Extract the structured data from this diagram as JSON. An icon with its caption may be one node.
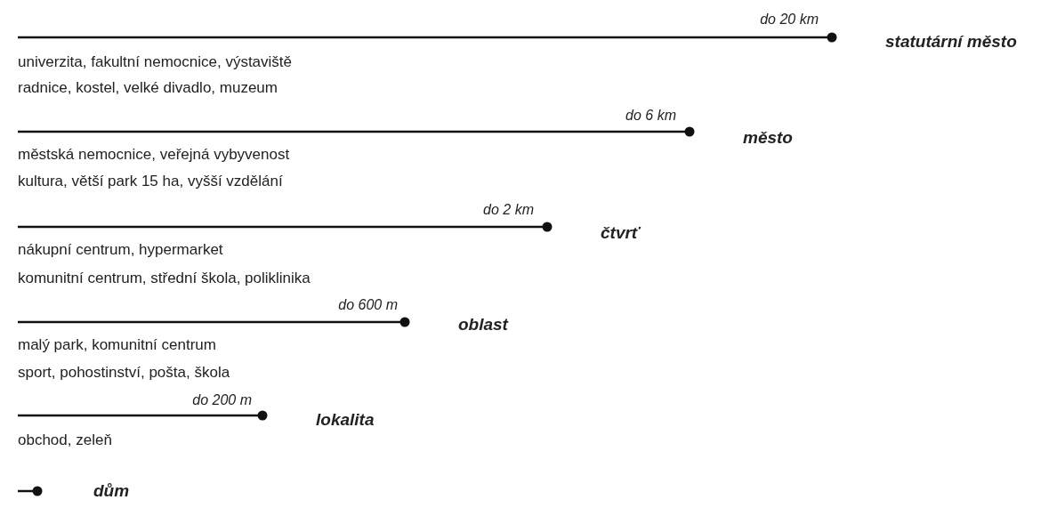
{
  "diagram": {
    "labels": [
      "do 20 km",
      "statutární město",
      "univerzita, fakultní nemocnice, výstaviště",
      "radnice, kostel, velké divadlo, muzeum",
      "do 6 km",
      "město",
      "městská nemocnice, veřejná vybyvenost",
      "kultura, větší park 15 ha, vyšší vzdělání",
      "do 2 km",
      "čtvrť",
      "nákupní centrum, hypermarket",
      "komunitní centrum, střední škola, poliklinika",
      "do 600 m",
      "oblast",
      "malý park, komunitní centrum",
      "sport, pohostinství, pošta, škola",
      "do 200 m",
      "lokalita",
      "obchod, zeleň",
      "dům"
    ]
  }
}
